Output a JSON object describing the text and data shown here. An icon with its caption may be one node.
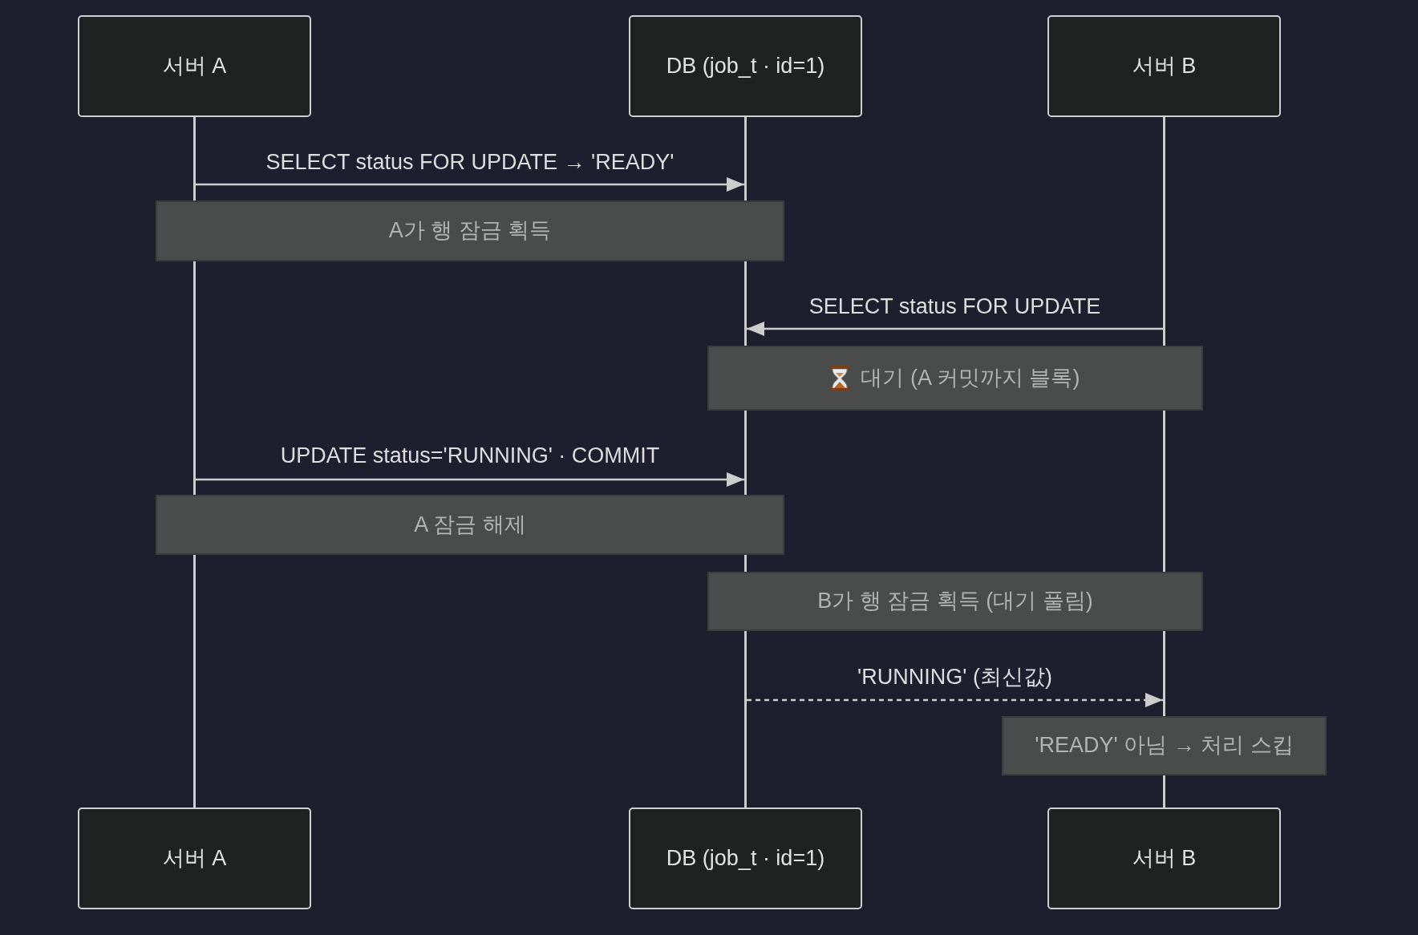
{
  "diagram": {
    "nodes": [
      {
        "text": [
          "서버 A"
        ]
      },
      {
        "text": [
          "DB (job_t · id=1)"
        ]
      },
      {
        "text": [
          "서버 B"
        ]
      },
      {
        "text": [],
        "shape": "bar"
      },
      {
        "text": [],
        "shape": "bar"
      },
      {
        "text": [],
        "shape": "bar"
      },
      {
        "text": [
          "A가 행 잠금 획득"
        ]
      },
      {
        "text": [
          "대기 (A 커밋까지 블록)"
        ]
      },
      {
        "text": [
          "A 잠금 해제"
        ]
      },
      {
        "text": [
          "B가 행 잠금 획득 (대기 풀림)"
        ]
      },
      {
        "text": [
          "'READY' 아님 → 처리 스킵"
        ]
      },
      {
        "text": [
          "서버 A"
        ]
      },
      {
        "text": [
          "DB (job_t · id=1)"
        ]
      },
      {
        "text": [
          "서버 B"
        ]
      }
    ],
    "edges": [
      {
        "from": 3,
        "to": 4,
        "arrow": "to",
        "label": "SELECT status FOR UPDATE → 'READY'"
      },
      {
        "from": 5,
        "to": 4,
        "arrow": "to",
        "label": "SELECT status FOR UPDATE"
      },
      {
        "from": 3,
        "to": 4,
        "arrow": "to",
        "label": "UPDATE status='RUNNING' · COMMIT"
      },
      {
        "from": 4,
        "to": 5,
        "arrow": "to",
        "label": "'RUNNING' (최신값)",
        "style": "dashed"
      }
    ]
  }
}
